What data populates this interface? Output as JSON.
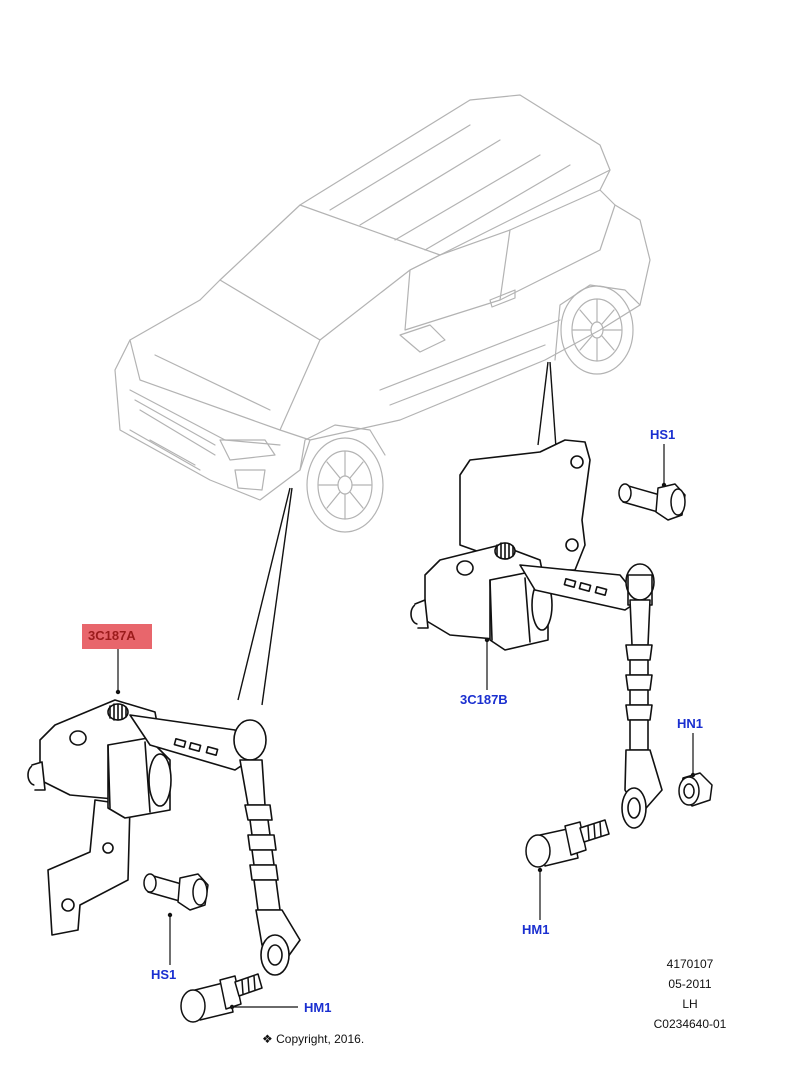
{
  "callouts": {
    "part_3c187a": "3C187A",
    "part_3c187b": "3C187B",
    "hs1_right": "HS1",
    "hn1_right": "HN1",
    "hm1_right": "HM1",
    "hs1_left": "HS1",
    "hm1_left": "HM1"
  },
  "meta": {
    "illustration_number": "4170107",
    "date": "05-2011",
    "side": "LH",
    "code": "C0234640-01"
  },
  "copyright": {
    "symbol": "❖",
    "text": "Copyright, 2016."
  },
  "colors": {
    "callout_blue": "#1a2fd0",
    "highlight_fill": "#e8666c",
    "highlight_text": "#9b1b1b",
    "line_art": "#111111",
    "vehicle_ghost": "#b8b8b8"
  }
}
